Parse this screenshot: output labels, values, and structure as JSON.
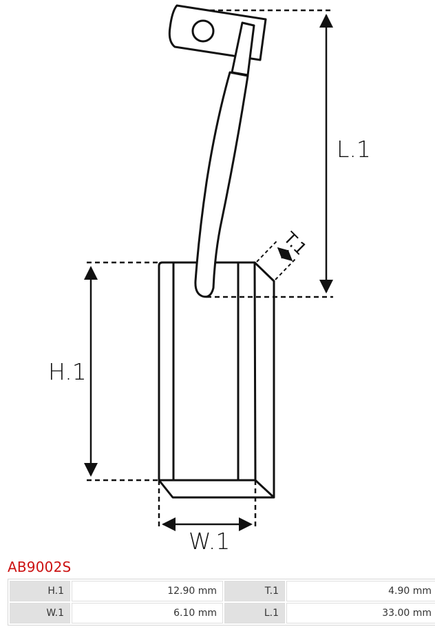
{
  "diagram": {
    "labels": {
      "l1": "L.1",
      "h1": "H.1",
      "w1": "W.1",
      "t1": "T.1"
    },
    "line_color": "#111111"
  },
  "part": {
    "code": "AB9002S",
    "code_color": "#cc1111"
  },
  "specs": [
    [
      {
        "label": "H.1",
        "value": "12.90 mm"
      },
      {
        "label": "T.1",
        "value": "4.90 mm"
      }
    ],
    [
      {
        "label": "W.1",
        "value": "6.10 mm"
      },
      {
        "label": "L.1",
        "value": "33.00 mm"
      }
    ]
  ]
}
